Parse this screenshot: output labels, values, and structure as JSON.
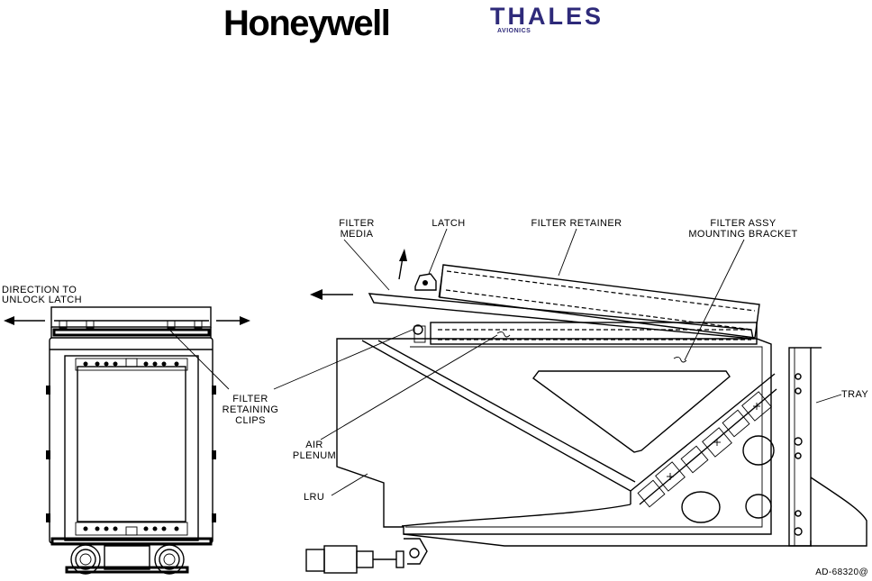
{
  "logos": {
    "honeywell": "Honeywell",
    "thales": "THALES",
    "thales_sub": "AVIONICS"
  },
  "labels": {
    "direction_line1": "DIRECTION TO",
    "direction_line2": "UNLOCK LATCH",
    "filter_media_line1": "FILTER",
    "filter_media_line2": "MEDIA",
    "latch": "LATCH",
    "filter_retainer": "FILTER RETAINER",
    "bracket_line1": "FILTER ASSY",
    "bracket_line2": "MOUNTING BRACKET",
    "clips_line1": "FILTER",
    "clips_line2": "RETAINING",
    "clips_line3": "CLIPS",
    "plenum_line1": "AIR",
    "plenum_line2": "PLENUM",
    "lru": "LRU",
    "tray": "TRAY",
    "figure_id": "AD-68320@"
  },
  "colors": {
    "line": "#000000",
    "thales": "#2e2a7a"
  }
}
